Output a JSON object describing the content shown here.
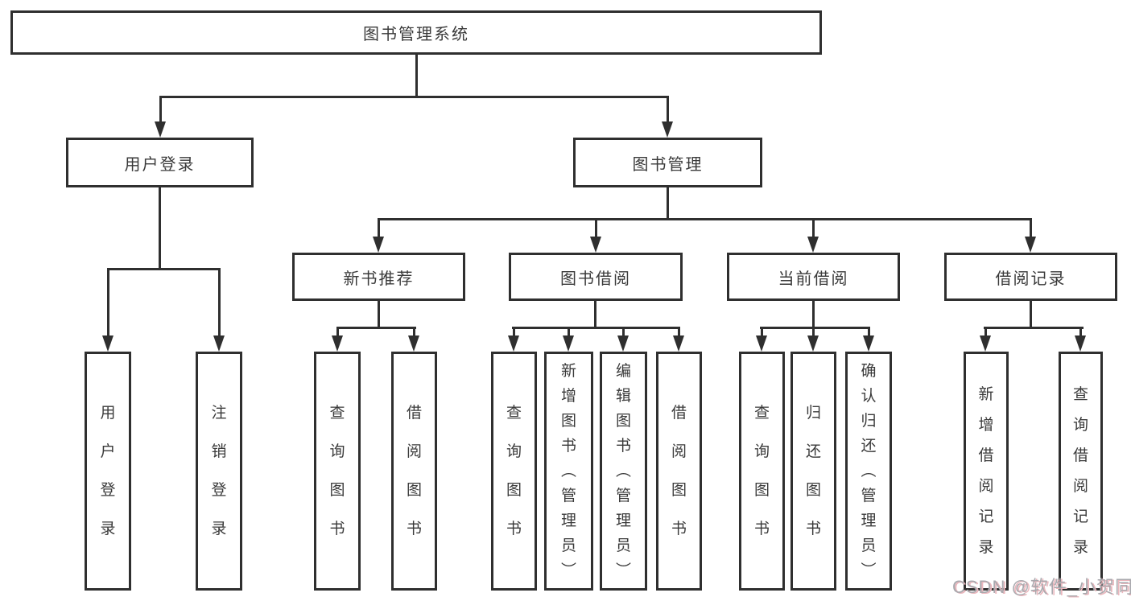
{
  "tree": {
    "label": "图书管理系统",
    "children": [
      {
        "label": "用户登录",
        "children": [
          {
            "label": "用户登录"
          },
          {
            "label": "注销登录"
          }
        ]
      },
      {
        "label": "图书管理",
        "children": [
          {
            "label": "新书推荐",
            "children": [
              {
                "label": "查询图书"
              },
              {
                "label": "借阅图书"
              }
            ]
          },
          {
            "label": "图书借阅",
            "children": [
              {
                "label": "查询图书"
              },
              {
                "label": "新增图书（管理员）"
              },
              {
                "label": "编辑图书（管理员）"
              },
              {
                "label": "借阅图书"
              }
            ]
          },
          {
            "label": "当前借阅",
            "children": [
              {
                "label": "查询图书"
              },
              {
                "label": "归还图书"
              },
              {
                "label": "确认归还（管理员）"
              }
            ]
          },
          {
            "label": "借阅记录",
            "children": [
              {
                "label": "新增借阅记录"
              },
              {
                "label": "查询借阅记录"
              }
            ]
          }
        ]
      }
    ]
  },
  "watermark": {
    "text": "CSDN @软件_小贺同学"
  },
  "colors": {
    "line": "#2f2f2f",
    "border": "#2f2f2f",
    "text": "#3a3a3a",
    "watermark": "#a9a9ae",
    "watermark_shadow": "#eab6bc"
  }
}
